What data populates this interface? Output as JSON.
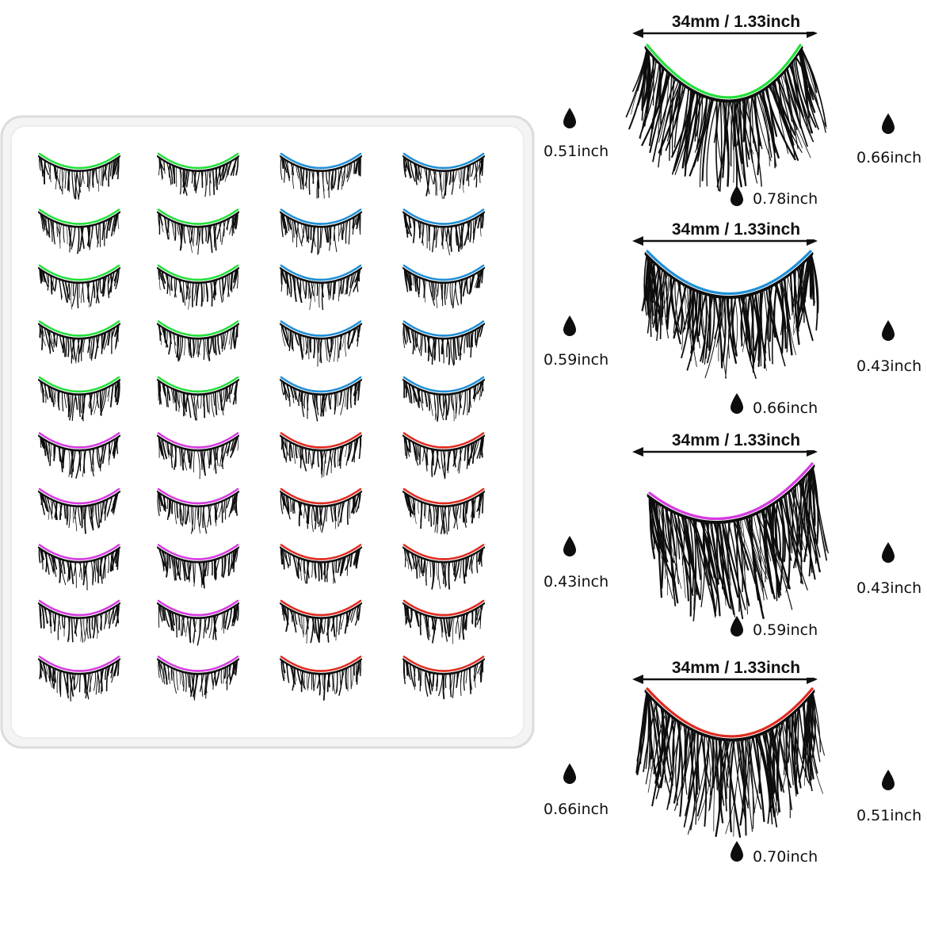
{
  "palette": {
    "green": "#22e03a",
    "blue": "#1f8fd6",
    "magenta": "#d63be0",
    "red": "#e02b20",
    "lash": "#0d0d0d",
    "tray_edge": "#dcdcdc"
  },
  "tray": {
    "columns": 4,
    "rows": [
      [
        "green",
        "green",
        "blue",
        "blue"
      ],
      [
        "green",
        "green",
        "blue",
        "blue"
      ],
      [
        "green",
        "green",
        "blue",
        "blue"
      ],
      [
        "green",
        "green",
        "blue",
        "blue"
      ],
      [
        "green",
        "green",
        "blue",
        "blue"
      ],
      [
        "magenta",
        "magenta",
        "red",
        "red"
      ],
      [
        "magenta",
        "magenta",
        "red",
        "red"
      ],
      [
        "magenta",
        "magenta",
        "red",
        "red"
      ],
      [
        "magenta",
        "magenta",
        "red",
        "red"
      ],
      [
        "magenta",
        "magenta",
        "red",
        "red"
      ]
    ]
  },
  "specs": [
    {
      "band_color": "green",
      "width_label": "34mm / 1.33inch",
      "left_length": "0.51inch",
      "center_length": "0.78inch",
      "right_length": "0.66inch"
    },
    {
      "band_color": "blue",
      "width_label": "34mm / 1.33inch",
      "left_length": "0.59inch",
      "center_length": "0.66inch",
      "right_length": "0.43inch"
    },
    {
      "band_color": "magenta",
      "width_label": "34mm / 1.33inch",
      "left_length": "0.43inch",
      "center_length": "0.59inch",
      "right_length": "0.43inch"
    },
    {
      "band_color": "red",
      "width_label": "34mm / 1.33inch",
      "left_length": "0.66inch",
      "center_length": "0.70inch",
      "right_length": "0.51inch"
    }
  ]
}
